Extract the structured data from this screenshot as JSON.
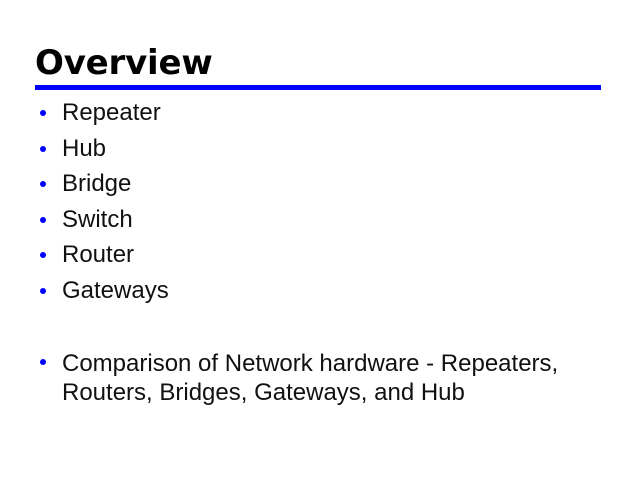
{
  "slide": {
    "title": "Overview",
    "accent_color": "#0000FF",
    "bullet_color": "#0000FF",
    "text_color": "#111111",
    "background_color": "#FFFFFF",
    "bullets": [
      {
        "text": "Repeater"
      },
      {
        "text": "Hub"
      },
      {
        "text": "Bridge"
      },
      {
        "text": "Switch"
      },
      {
        "text": "Router"
      },
      {
        "text": "Gateways"
      },
      {
        "text": "Comparison of Network hardware - Repeaters, Routers, Bridges, Gateways, and Hub"
      }
    ]
  }
}
